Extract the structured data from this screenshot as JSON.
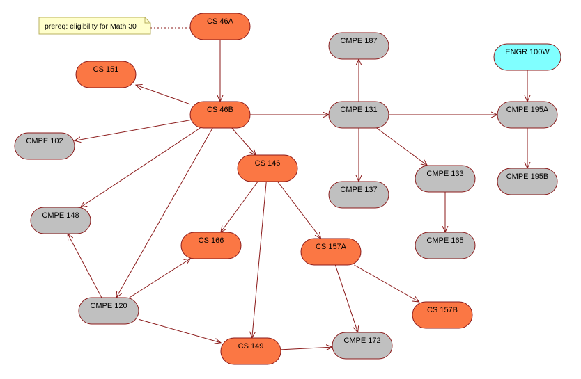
{
  "colors": {
    "cs": "#FB7744",
    "cmpe": "#C0C0C0",
    "engr": "#80FFFF",
    "border": "#8B1A1A",
    "edge": "#8B1A1A",
    "note_fill": "#FFFFCC",
    "note_border": "#B8B060"
  },
  "note": {
    "id": "note-prereq",
    "text": "prereq: eligibility for Math 30",
    "attached_to": "cs46a"
  },
  "nodes": [
    {
      "id": "cs46a",
      "label": "CS 46A",
      "kind": "cs"
    },
    {
      "id": "cs151",
      "label": "CS 151",
      "kind": "cs"
    },
    {
      "id": "cs46b",
      "label": "CS 46B",
      "kind": "cs"
    },
    {
      "id": "cmpe102",
      "label": "CMPE 102",
      "kind": "cmpe"
    },
    {
      "id": "cs146",
      "label": "CS 146",
      "kind": "cs"
    },
    {
      "id": "cmpe148",
      "label": "CMPE 148",
      "kind": "cmpe"
    },
    {
      "id": "cs166",
      "label": "CS 166",
      "kind": "cs"
    },
    {
      "id": "cs157a",
      "label": "CS 157A",
      "kind": "cs"
    },
    {
      "id": "cmpe120",
      "label": "CMPE 120",
      "kind": "cmpe"
    },
    {
      "id": "cs149",
      "label": "CS 149",
      "kind": "cs"
    },
    {
      "id": "cmpe172",
      "label": "CMPE 172",
      "kind": "cmpe"
    },
    {
      "id": "cs157b",
      "label": "CS 157B",
      "kind": "cs"
    },
    {
      "id": "cmpe187",
      "label": "CMPE 187",
      "kind": "cmpe"
    },
    {
      "id": "cmpe131",
      "label": "CMPE 131",
      "kind": "cmpe"
    },
    {
      "id": "cmpe137",
      "label": "CMPE 137",
      "kind": "cmpe"
    },
    {
      "id": "cmpe133",
      "label": "CMPE 133",
      "kind": "cmpe"
    },
    {
      "id": "cmpe165",
      "label": "CMPE 165",
      "kind": "cmpe"
    },
    {
      "id": "engr100w",
      "label": "ENGR 100W",
      "kind": "engr"
    },
    {
      "id": "cmpe195a",
      "label": "CMPE 195A",
      "kind": "cmpe"
    },
    {
      "id": "cmpe195b",
      "label": "CMPE 195B",
      "kind": "cmpe"
    }
  ],
  "edges": [
    {
      "from": "cs46a",
      "to": "cs46b"
    },
    {
      "from": "cs46b",
      "to": "cs151"
    },
    {
      "from": "cs46b",
      "to": "cmpe102"
    },
    {
      "from": "cs46b",
      "to": "cmpe131"
    },
    {
      "from": "cs46b",
      "to": "cs146"
    },
    {
      "from": "cs46b",
      "to": "cmpe148"
    },
    {
      "from": "cs46b",
      "to": "cmpe120"
    },
    {
      "from": "cs146",
      "to": "cs166"
    },
    {
      "from": "cs146",
      "to": "cs149"
    },
    {
      "from": "cs146",
      "to": "cs157a"
    },
    {
      "from": "cmpe120",
      "to": "cmpe148"
    },
    {
      "from": "cmpe120",
      "to": "cs166"
    },
    {
      "from": "cmpe120",
      "to": "cs149"
    },
    {
      "from": "cs149",
      "to": "cmpe172"
    },
    {
      "from": "cs157a",
      "to": "cmpe172"
    },
    {
      "from": "cs157a",
      "to": "cs157b"
    },
    {
      "from": "cmpe131",
      "to": "cmpe187"
    },
    {
      "from": "cmpe131",
      "to": "cmpe137"
    },
    {
      "from": "cmpe131",
      "to": "cmpe133"
    },
    {
      "from": "cmpe131",
      "to": "cmpe195a"
    },
    {
      "from": "cmpe133",
      "to": "cmpe165"
    },
    {
      "from": "engr100w",
      "to": "cmpe195a"
    },
    {
      "from": "cmpe195a",
      "to": "cmpe195b"
    }
  ]
}
